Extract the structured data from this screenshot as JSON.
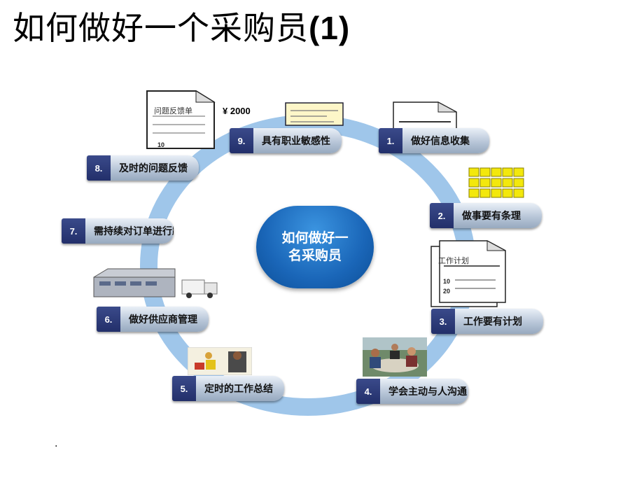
{
  "title": "如何做好一个采购员",
  "title_suffix": "(1)",
  "center_label": "如何做好一名采购员",
  "money_label": "¥ 2000",
  "items": [
    {
      "num": "1.",
      "label": "做好信息收集"
    },
    {
      "num": "2.",
      "label": "做事要有条理"
    },
    {
      "num": "3.",
      "label": "工作要有计划"
    },
    {
      "num": "4.",
      "label": "学会主动与人沟通"
    },
    {
      "num": "5.",
      "label": "定时的工作总结"
    },
    {
      "num": "6.",
      "label": "做好供应商管理"
    },
    {
      "num": "7.",
      "label": "需持续对订单进行跟踪"
    },
    {
      "num": "8.",
      "label": "及时的问题反馈"
    },
    {
      "num": "9.",
      "label": "具有职业敏感性"
    }
  ],
  "doc_feedback": {
    "label": "问题反馈单",
    "num": "10"
  },
  "doc_plan": {
    "label": "工作计划",
    "num1": "10",
    "num2": "20"
  },
  "footnote": "."
}
